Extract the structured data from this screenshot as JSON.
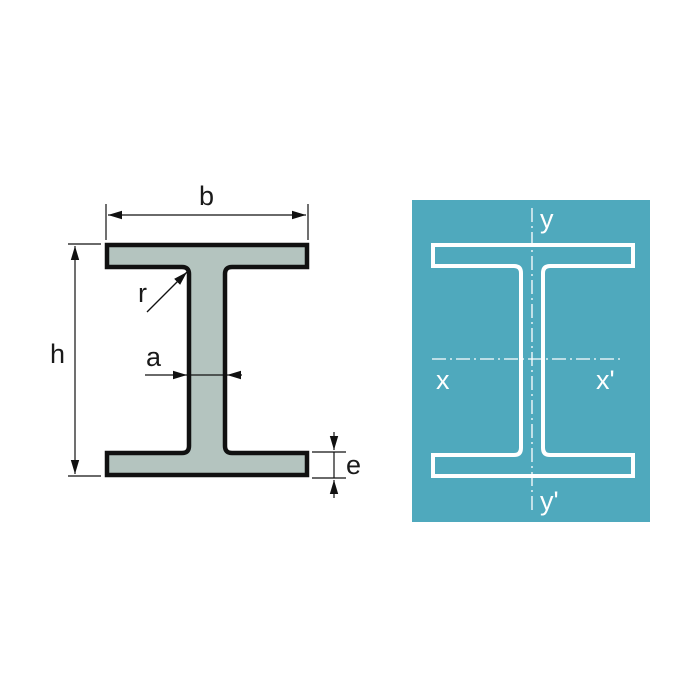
{
  "figure": {
    "title": "I-beam (H-profile) cross-section with dimensions and axes",
    "colors": {
      "section_fill": "#b4c4bf",
      "section_outline": "#111111",
      "dimension_line": "#111111",
      "panel_background": "#4fa9bd",
      "panel_lines": "#ffffff"
    }
  },
  "dimension_diagram": {
    "labels": {
      "width": "b",
      "height": "h",
      "radius": "r",
      "web_thickness": "a",
      "flange_thickness": "e"
    }
  },
  "axes_diagram": {
    "labels": {
      "y_top": "y",
      "y_bottom": "y'",
      "x_left": "x",
      "x_right": "x'"
    }
  }
}
